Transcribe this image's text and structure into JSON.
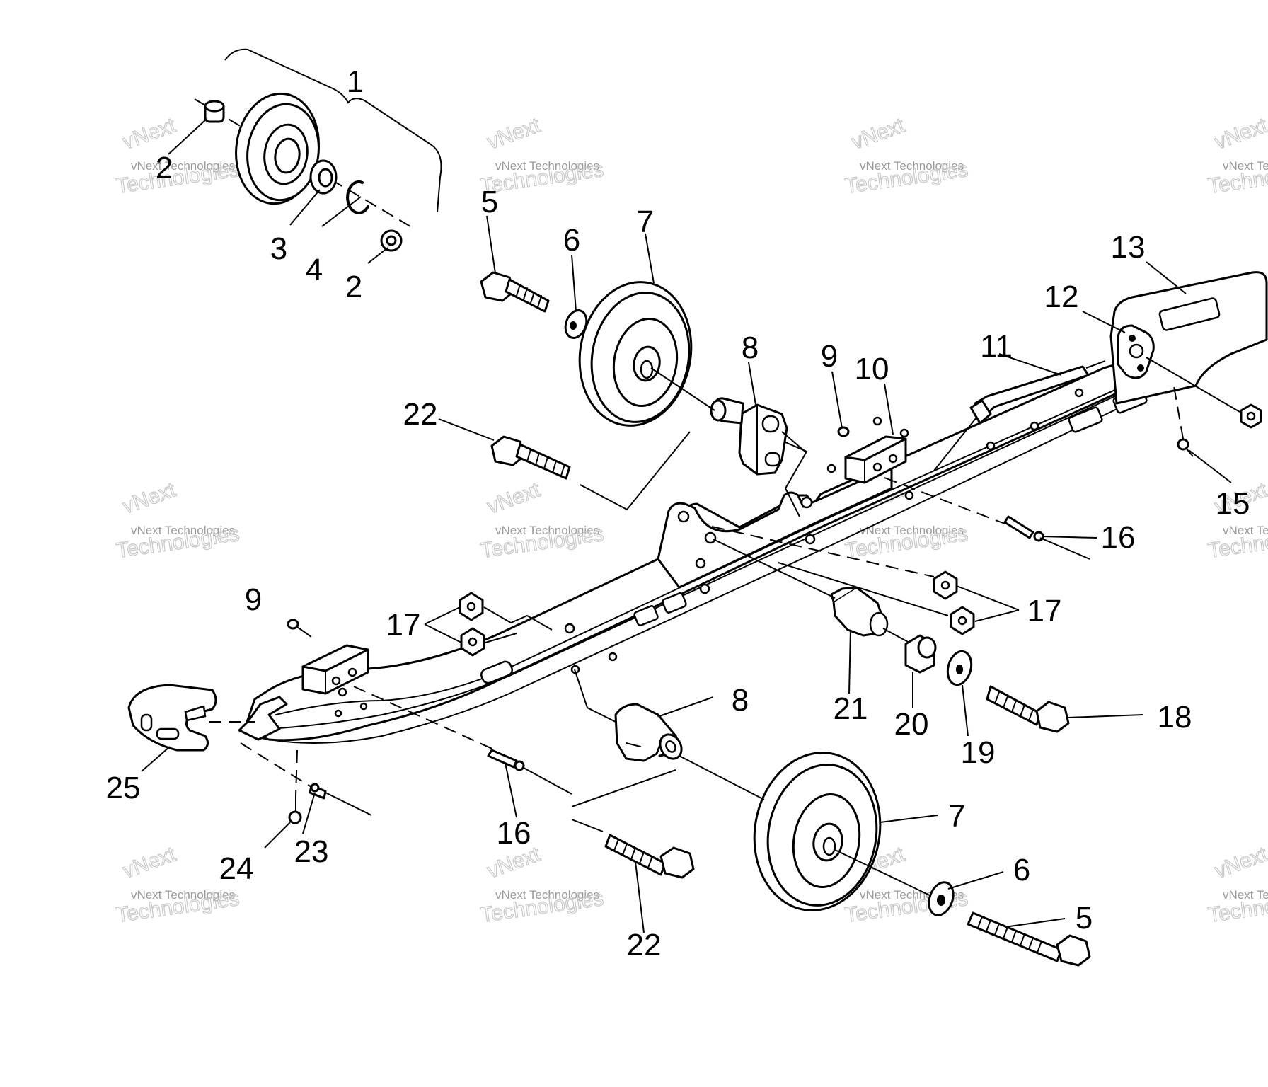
{
  "callouts": [
    {
      "id": "c1",
      "label": "1"
    },
    {
      "id": "c2a",
      "label": "2"
    },
    {
      "id": "c3",
      "label": "3"
    },
    {
      "id": "c4",
      "label": "4"
    },
    {
      "id": "c2b",
      "label": "2"
    },
    {
      "id": "c5a",
      "label": "5"
    },
    {
      "id": "c6a",
      "label": "6"
    },
    {
      "id": "c7a",
      "label": "7"
    },
    {
      "id": "c8a",
      "label": "8"
    },
    {
      "id": "c9a",
      "label": "9"
    },
    {
      "id": "c10",
      "label": "10"
    },
    {
      "id": "c11",
      "label": "11"
    },
    {
      "id": "c12",
      "label": "12"
    },
    {
      "id": "c13",
      "label": "13"
    },
    {
      "id": "c22a",
      "label": "22"
    },
    {
      "id": "c15",
      "label": "15"
    },
    {
      "id": "c16a",
      "label": "16"
    },
    {
      "id": "c17a",
      "label": "17"
    },
    {
      "id": "c17b",
      "label": "17"
    },
    {
      "id": "c9b",
      "label": "9"
    },
    {
      "id": "c21",
      "label": "21"
    },
    {
      "id": "c20",
      "label": "20"
    },
    {
      "id": "c19",
      "label": "19"
    },
    {
      "id": "c18",
      "label": "18"
    },
    {
      "id": "c8b",
      "label": "8"
    },
    {
      "id": "c25",
      "label": "25"
    },
    {
      "id": "c16b",
      "label": "16"
    },
    {
      "id": "c7b",
      "label": "7"
    },
    {
      "id": "c24",
      "label": "24"
    },
    {
      "id": "c23",
      "label": "23"
    },
    {
      "id": "c6b",
      "label": "6"
    },
    {
      "id": "c5b",
      "label": "5"
    },
    {
      "id": "c22b",
      "label": "22"
    }
  ],
  "watermark": {
    "line1": "vNext Technologies",
    "line2": "vNext",
    "line3": "Technologies"
  }
}
